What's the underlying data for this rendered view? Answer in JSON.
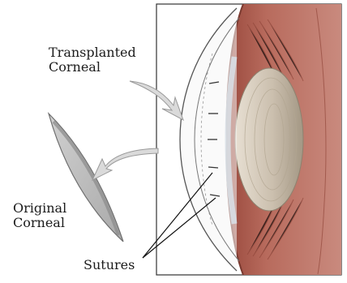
{
  "labels": {
    "transplanted_line1": "Transplanted",
    "transplanted_line2": "Corneal",
    "original_line1": "Original",
    "original_line2": "Corneal",
    "sutures": "Sutures"
  },
  "colors": {
    "background": "#ffffff",
    "eye_tissue": "#b86b5d",
    "eye_tissue_dark": "#8f4438",
    "lens": "#cbbfae",
    "lens_shadow": "#9f9381",
    "iris_edge": "#b5c7d6",
    "original_cornea": "#b8b8b8",
    "original_cornea_edge": "#6e6e6e",
    "outline": "#222222",
    "arrow": "#dadada"
  }
}
